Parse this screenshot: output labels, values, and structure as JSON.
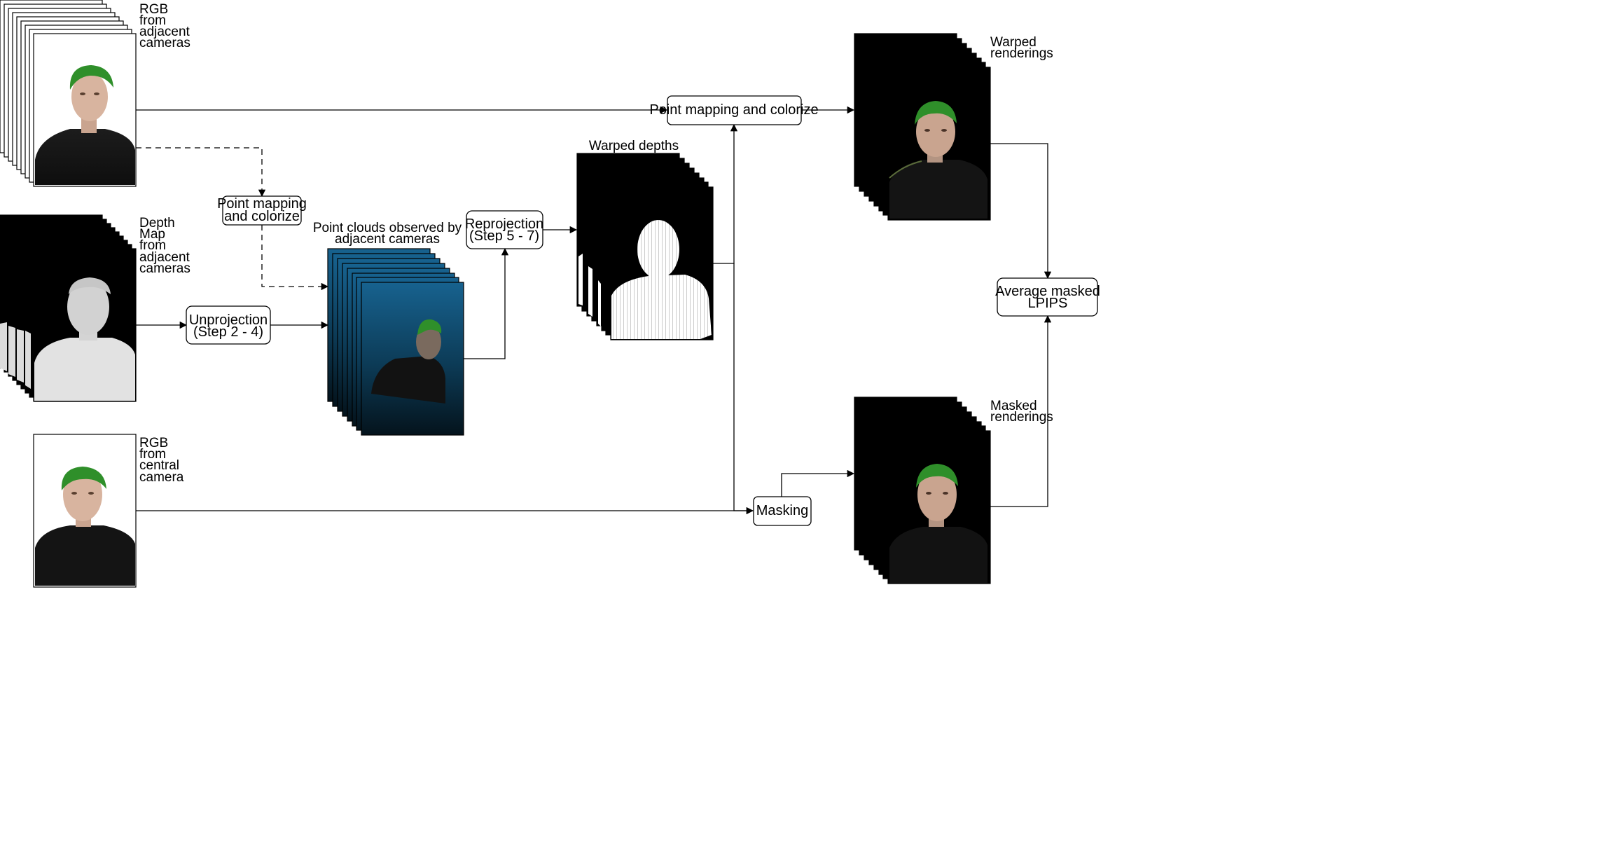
{
  "labels": {
    "rgb_adjacent": [
      "RGB",
      "from",
      "adjacent",
      "cameras"
    ],
    "depth_adjacent": [
      "Depth",
      "Map",
      "from",
      "adjacent",
      "cameras"
    ],
    "rgb_central": [
      "RGB",
      "from",
      "central",
      "camera"
    ],
    "point_clouds": [
      "Point clouds observed by",
      "adjacent cameras"
    ],
    "warped_depths": [
      "Warped depths"
    ],
    "warped_renderings": [
      "Warped",
      "renderings"
    ],
    "masked_renderings": [
      "Masked",
      "renderings"
    ]
  },
  "boxes": {
    "point_mapping_small": [
      "Point mapping",
      "and colorize"
    ],
    "unprojection": [
      "Unprojection",
      "(Step 2 - 4)"
    ],
    "reprojection": [
      "Reprojection",
      "(Step 5 - 7)"
    ],
    "point_mapping_top": [
      "Point mapping and colorize"
    ],
    "masking": [
      "Masking"
    ],
    "average_lpips": [
      "Average masked",
      "LPIPS"
    ]
  },
  "colors": {
    "line": "#000000",
    "hair": "#2f8f2a",
    "cloud_top": "#17628f",
    "cloud_bottom": "#04131c",
    "depth_gray": "#e2e2e2"
  }
}
